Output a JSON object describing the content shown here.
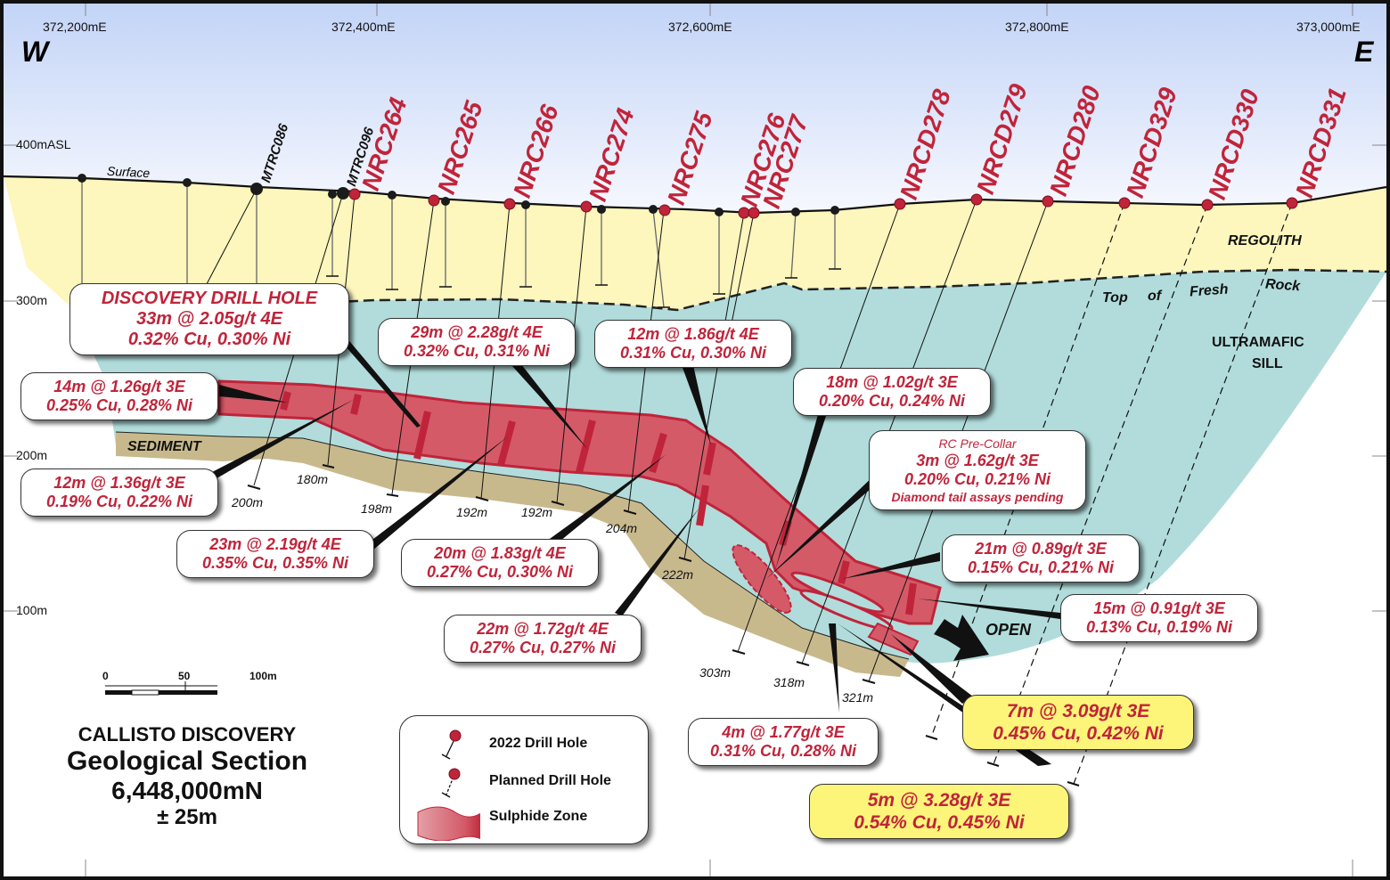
{
  "title": {
    "line1": "CALLISTO DISCOVERY",
    "line2": "Geological Section",
    "line3": "6,448,000mN",
    "line4": "± 25m"
  },
  "compass": {
    "west": "W",
    "east": "E"
  },
  "eastings": [
    "372,200mE",
    "372,400mE",
    "372,600mE",
    "372,800mE",
    "373,000mE"
  ],
  "elevations": [
    "400mASL",
    "300m",
    "200m",
    "100m"
  ],
  "surface_label": "Surface",
  "units": {
    "regolith": "REGOLITH",
    "top_fresh_rock": [
      "Top",
      "of",
      "Fresh",
      "Rock"
    ],
    "ultramafic_line1": "ULTRAMAFIC",
    "ultramafic_line2": "SILL",
    "sediment": "SEDIMENT",
    "open": "OPEN"
  },
  "colors": {
    "sky_top": "#c3d4f7",
    "sky_bottom": "#f6f8fe",
    "regolith": "#fdf6bd",
    "ultramafic": "#b1dcdb",
    "sediment": "#c8b98d",
    "sulphide": "#d45a68",
    "sulphide_edge": "#c0243a",
    "label_red": "#c0243a",
    "highlight": "#fdf57a"
  },
  "historic_holes": [
    "MTRC086",
    "MTRC096"
  ],
  "drill_holes": [
    "NRC264",
    "NRC265",
    "NRC266",
    "NRC274",
    "NRC275",
    "NRC276",
    "NRC277",
    "NRCD278",
    "NRCD279",
    "NRCD280",
    "NRCD329",
    "NRCD330",
    "NRCD331"
  ],
  "depths": [
    "180m",
    "200m",
    "198m",
    "192m",
    "192m",
    "204m",
    "222m",
    "303m",
    "318m",
    "321m"
  ],
  "intercepts": {
    "discovery": {
      "title": "DISCOVERY DRILL HOLE",
      "grade": "33m @ 2.05g/t 4E",
      "metals": "0.32% Cu, 0.30% Ni"
    },
    "i14": {
      "grade": "14m @ 1.26g/t 3E",
      "metals": "0.25% Cu, 0.28% Ni"
    },
    "i12a": {
      "grade": "12m @ 1.36g/t 3E",
      "metals": "0.19% Cu, 0.22% Ni"
    },
    "i29": {
      "grade": "29m @ 2.28g/t 4E",
      "metals": "0.32% Cu, 0.31% Ni"
    },
    "i12b": {
      "grade": "12m @ 1.86g/t 4E",
      "metals": "0.31% Cu, 0.30% Ni"
    },
    "i23": {
      "grade": "23m @ 2.19g/t 4E",
      "metals": "0.35% Cu, 0.35% Ni"
    },
    "i20": {
      "grade": "20m @ 1.83g/t 4E",
      "metals": "0.27% Cu, 0.30% Ni"
    },
    "i22": {
      "grade": "22m @ 1.72g/t 4E",
      "metals": "0.27% Cu, 0.27% Ni"
    },
    "i18": {
      "grade": "18m @ 1.02g/t 3E",
      "metals": "0.20% Cu, 0.24% Ni"
    },
    "i3": {
      "header": "RC Pre-Collar",
      "grade": "3m @ 1.62g/t 3E",
      "metals": "0.20% Cu, 0.21% Ni",
      "note": "Diamond tail assays pending"
    },
    "i21": {
      "grade": "21m @ 0.89g/t 3E",
      "metals": "0.15% Cu, 0.21% Ni"
    },
    "i15": {
      "grade": "15m @ 0.91g/t 3E",
      "metals": "0.13% Cu, 0.19% Ni"
    },
    "i4": {
      "grade": "4m @ 1.77g/t 3E",
      "metals": "0.31% Cu, 0.28% Ni"
    },
    "i7": {
      "grade": "7m @ 3.09g/t 3E",
      "metals": "0.45% Cu, 0.42% Ni"
    },
    "i5": {
      "grade": "5m @ 3.28g/t 3E",
      "metals": "0.54% Cu, 0.45% Ni"
    }
  },
  "scale_bar": {
    "labels": [
      "0",
      "50",
      "100m"
    ]
  },
  "legend": {
    "items": [
      "2022 Drill Hole",
      "Planned Drill Hole",
      "Sulphide Zone"
    ]
  }
}
